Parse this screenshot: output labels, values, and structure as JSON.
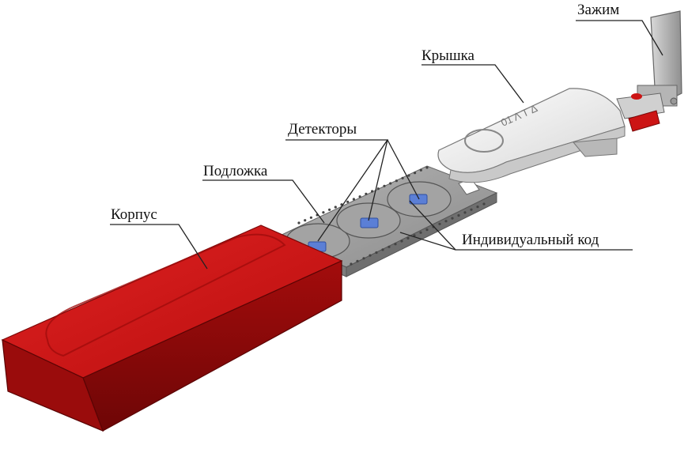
{
  "labels": {
    "clamp": "Зажим",
    "lid": "Крышка",
    "detectors": "Детекторы",
    "substrate": "Подложка",
    "body": "Корпус",
    "code": "Индивидуальный код"
  },
  "lid_text": "01 Λ T Δ",
  "colors": {
    "body_red": "#cc1414",
    "body_red_dark": "#8e0a0a",
    "substrate_gray": "#9a9a9a",
    "detector_blue": "#5b7fd6",
    "lid_white": "#f2f2f2",
    "clamp_gray": "#b5b5b5"
  }
}
